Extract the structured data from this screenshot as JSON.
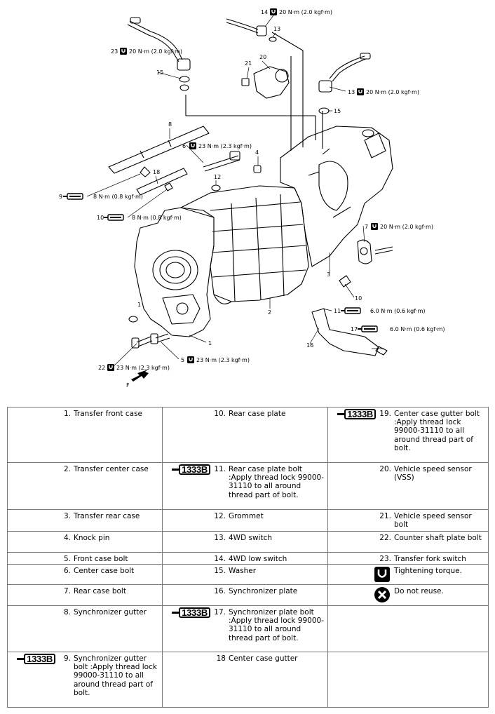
{
  "diagram": {
    "callouts": {
      "c14": "14",
      "c14t": "20 N·m (2.0 kgf·m)",
      "c13a": "13",
      "c23": "23",
      "c23t": "20 N·m (2.0 kgf·m)",
      "c15a": "15",
      "c21": "21",
      "c20": "20",
      "c13b": "13",
      "c13bt": "20 N·m (2.0 kgf·m)",
      "c15b": "15",
      "c8": "8",
      "c6": "6",
      "c6t": "23 N·m (2.3 kgf·m)",
      "c4": "4",
      "c18": "18",
      "c12": "12",
      "c9": "9",
      "c9t": "8 N·m (0.8 kgf·m)",
      "c10b": "10",
      "c10bt": "8 N·m (0.8 kgf·m)",
      "c7": "7",
      "c7t": "20 N·m (2.0 kgf·m)",
      "c3": "3",
      "c10": "10",
      "c11": "11",
      "c11t": "6.0 N·m (0.6 kgf·m)",
      "c17": "17",
      "c17t": "6.0 N·m (0.6 kgf·m)",
      "c16": "16",
      "c2": "2",
      "c1": "1",
      "c1b": "1",
      "c5": "5",
      "c5t": "23 N·m (2.3 kgf·m)",
      "c22": "22",
      "c22t": "23 N·m (2.3 kgf·m)",
      "cF": "F"
    }
  },
  "badge_label": "1333B",
  "legend": {
    "rows": [
      [
        {
          "num": "1.",
          "text": "Transfer front case"
        },
        {
          "num": "10.",
          "text": "Rear case plate"
        },
        {
          "badge": true,
          "num": "19.",
          "text": "Center case gutter bolt :Apply thread lock 99000-31110 to all around thread part of bolt."
        }
      ],
      [
        {
          "num": "2.",
          "text": "Transfer center case"
        },
        {
          "badge": true,
          "num": "11.",
          "text": "Rear case plate bolt :Apply thread lock 99000-31110 to all around thread part of bolt."
        },
        {
          "num": "20.",
          "text": "Vehicle speed sensor (VSS)"
        }
      ],
      [
        {
          "num": "3.",
          "text": "Transfer rear case"
        },
        {
          "num": "12.",
          "text": "Grommet"
        },
        {
          "num": "21.",
          "text": "Vehicle speed sensor bolt"
        }
      ],
      [
        {
          "num": "4.",
          "text": "Knock pin"
        },
        {
          "num": "13.",
          "text": "4WD switch"
        },
        {
          "num": "22.",
          "text": "Counter shaft plate bolt"
        }
      ],
      [
        {
          "num": "5.",
          "text": "Front case bolt"
        },
        {
          "num": "14.",
          "text": "4WD low switch"
        },
        {
          "num": "23.",
          "text": "Transfer fork switch"
        }
      ],
      [
        {
          "num": "6.",
          "text": "Center case bolt"
        },
        {
          "num": "15.",
          "text": "Washer"
        },
        {
          "icon": "torque",
          "text": "Tightening torque."
        }
      ],
      [
        {
          "num": "7.",
          "text": "Rear case bolt"
        },
        {
          "num": "16.",
          "text": "Synchronizer plate"
        },
        {
          "icon": "noreuse",
          "text": "Do not reuse."
        }
      ],
      [
        {
          "num": "8.",
          "text": "Synchronizer gutter"
        },
        {
          "badge": true,
          "num": "17.",
          "text": "Synchronizer plate bolt :Apply thread lock 99000-31110 to all around thread part of bolt."
        },
        {
          "text": ""
        }
      ],
      [
        {
          "badge": true,
          "num": "9.",
          "text": "Synchronizer gutter bolt :Apply thread lock 99000-31110 to all around thread part of bolt."
        },
        {
          "num": "18",
          "text": "Center case gutter"
        },
        {
          "text": ""
        }
      ]
    ]
  }
}
